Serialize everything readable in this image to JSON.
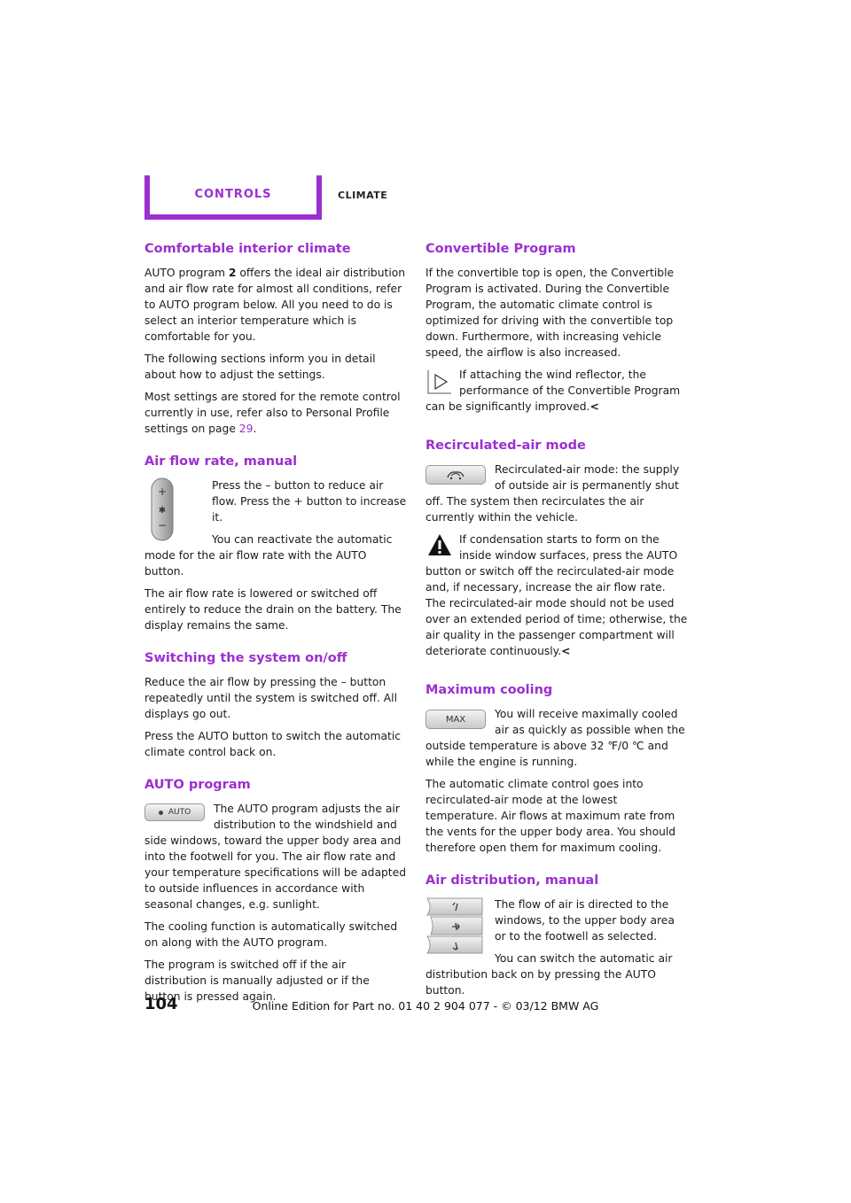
{
  "header": {
    "tab": "Controls",
    "chapter": "Climate"
  },
  "left": {
    "comfort": {
      "title": "Comfortable interior climate",
      "p1_a": "AUTO program ",
      "p1_b": "2",
      "p1_c": " offers the ideal air distribution and air flow rate for almost all conditions, refer to AUTO program below. All you need to do is select an interior temperature which is comfortable for you.",
      "p2": "The following sections inform you in detail about how to adjust the settings.",
      "p3_a": "Most settings are stored for the remote control currently in use, refer also to Personal Profile settings on page ",
      "p3_link": "29",
      "p3_b": "."
    },
    "airflow": {
      "title": "Air flow rate, manual",
      "p1": "Press the – button to reduce air flow. Press the + button to increase it.",
      "p2": "You can reactivate the automatic mode for the air flow rate with the AUTO button.",
      "p3": "The air flow rate is lowered or switched off entirely to reduce the drain on the battery. The display remains the same."
    },
    "onoff": {
      "title": "Switching the system on/off",
      "p1": "Reduce the air flow by pressing the – button repeatedly until the system is switched off. All displays go out.",
      "p2": "Press the AUTO button to switch the automatic climate control back on."
    },
    "auto": {
      "title": "AUTO program",
      "button": "AUTO",
      "p1": "The AUTO program adjusts the air distribution to the windshield and side windows, toward the upper body area and into the footwell for you. The air flow rate and your temperature specifications will be adapted to outside influences in accordance with seasonal changes, e.g. sunlight.",
      "p2": "The cooling function is automatically switched on along with the AUTO program.",
      "p3": "The program is switched off if the air distribution is manually adjusted or if the button is pressed again."
    }
  },
  "right": {
    "convertible": {
      "title": "Convertible Program",
      "p1": "If the convertible top is open, the Convertible Program is activated. During the Convertible Program, the automatic climate control is optimized for driving with the convertible top down. Furthermore, with increasing vehicle speed, the airflow is also increased.",
      "note": "If attaching the wind reflector, the performance of the Convertible Program can be significantly improved.",
      "end": "<"
    },
    "recirc": {
      "title": "Recirculated-air mode",
      "p1": "Recirculated-air mode: the supply of outside air is permanently shut off. The system then recirculates the air currently within the vehicle.",
      "warn": "If condensation starts to form on the inside window surfaces, press the AUTO button or switch off the recirculated-air mode and, if necessary, increase the air flow rate. The recirculated-air mode should not be used over an extended period of time; otherwise, the air quality in the passenger compartment will deteriorate continuously.",
      "end": "<"
    },
    "maxcool": {
      "title": "Maximum cooling",
      "button": "MAX",
      "p1": "You will receive maximally cooled air as quickly as possible when the outside temperature is above 32 ℉/0 ℃ and while the engine is running.",
      "p2": "The automatic climate control goes into recirculated-air mode at the lowest temperature. Air flows at maximum rate from the vents for the upper body area. You should therefore open them for maximum cooling."
    },
    "airdist": {
      "title": "Air distribution, manual",
      "p1": "The flow of air is directed to the windows, to the upper body area or to the footwell as selected.",
      "p2": "You can switch the automatic air distribution back on by pressing the AUTO button."
    }
  },
  "footer": {
    "page": "104",
    "edition": "Online Edition for Part no. 01 40 2 904 077 - © 03/12 BMW AG"
  }
}
